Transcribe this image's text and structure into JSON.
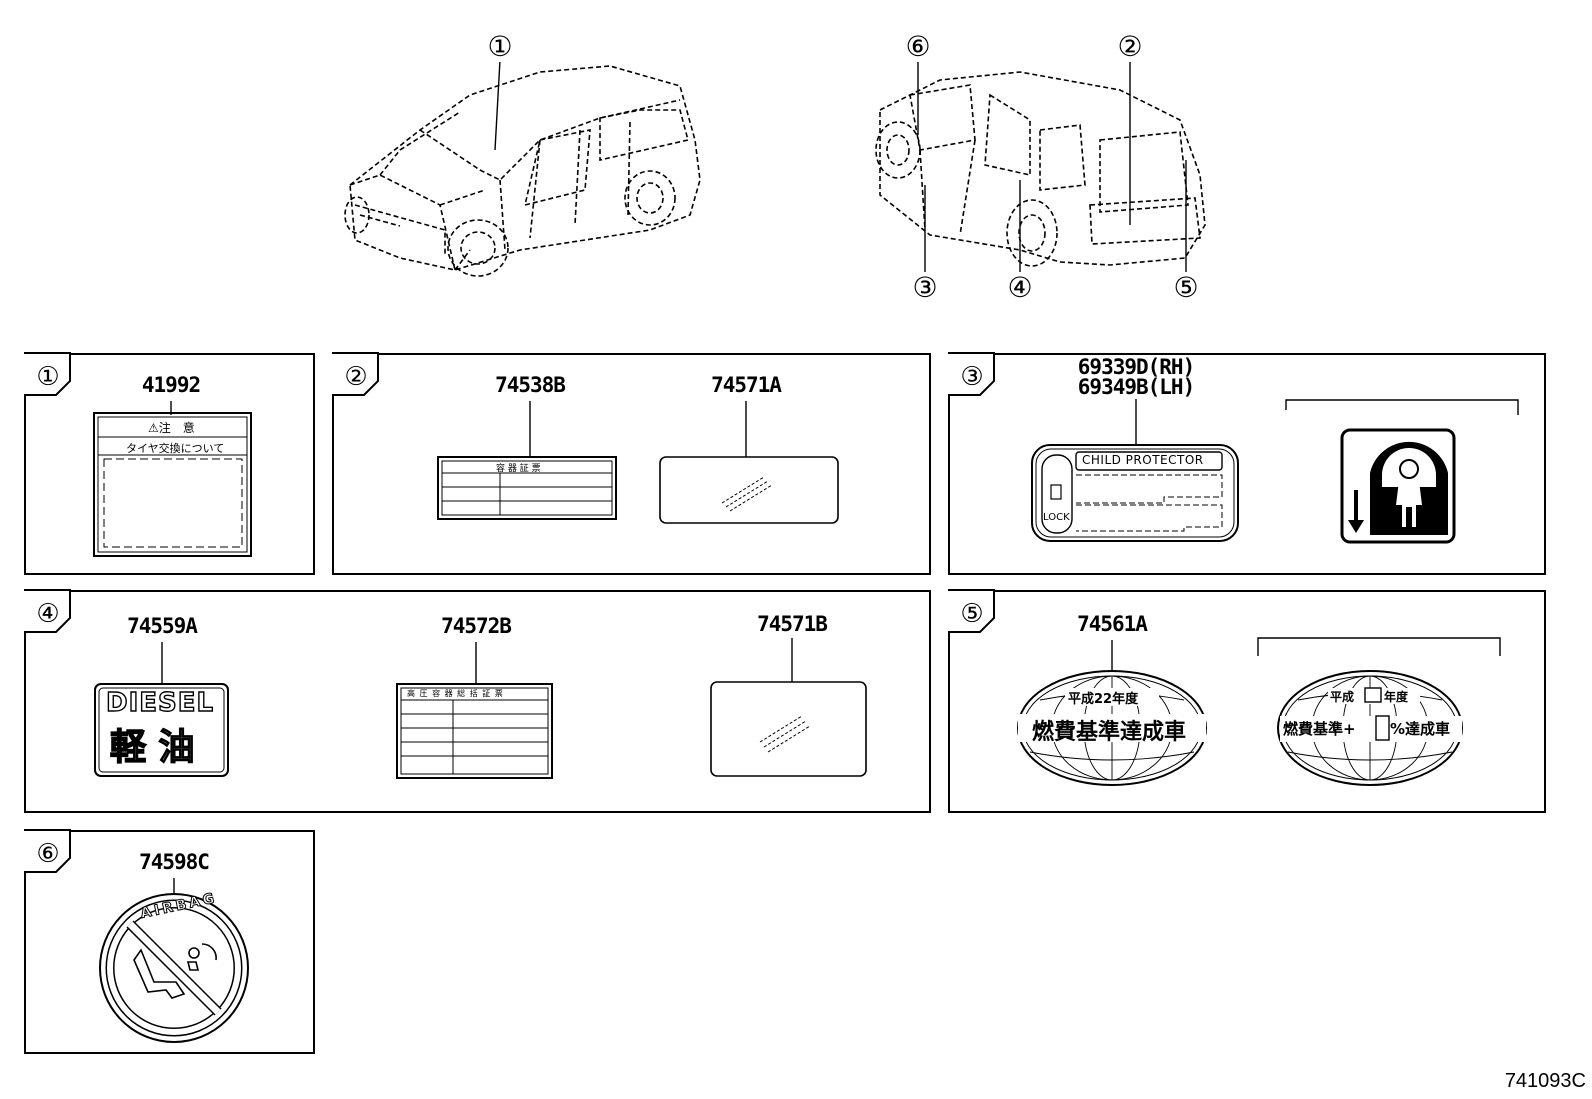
{
  "callouts": {
    "c1": "①",
    "c2": "②",
    "c3": "③",
    "c4": "④",
    "c5": "⑤",
    "c6": "⑥"
  },
  "panel1": {
    "part_number": "41992",
    "sticker_header": "⚠注　意",
    "sticker_subheader": "タイヤ交換について"
  },
  "panel2": {
    "part_a": "74538B",
    "part_a_header": "容 器 証 票",
    "part_b": "74571A"
  },
  "panel3": {
    "part_rh": "69339D(RH)",
    "part_lh": "69349B(LH)",
    "label_title": "CHILD PROTECTOR",
    "label_lock": "LOCK"
  },
  "panel4": {
    "part_a": "74559A",
    "diesel_en": "DIESEL",
    "diesel_jp": "軽 油",
    "part_b": "74572B",
    "part_b_header": "高 圧 容 器 総 括 証 票",
    "part_c": "74571B"
  },
  "panel5": {
    "part_number": "74561A",
    "badge1_top": "平成22年度",
    "badge1_main": "燃費基準達成車",
    "badge2_top_left": "平成",
    "badge2_top_right": "年度",
    "badge2_main_left": "燃費基準+",
    "badge2_main_right": "%達成車"
  },
  "panel6": {
    "part_number": "74598C",
    "sticker_text": "AIRBAG"
  },
  "diagram_ref": "741093C"
}
